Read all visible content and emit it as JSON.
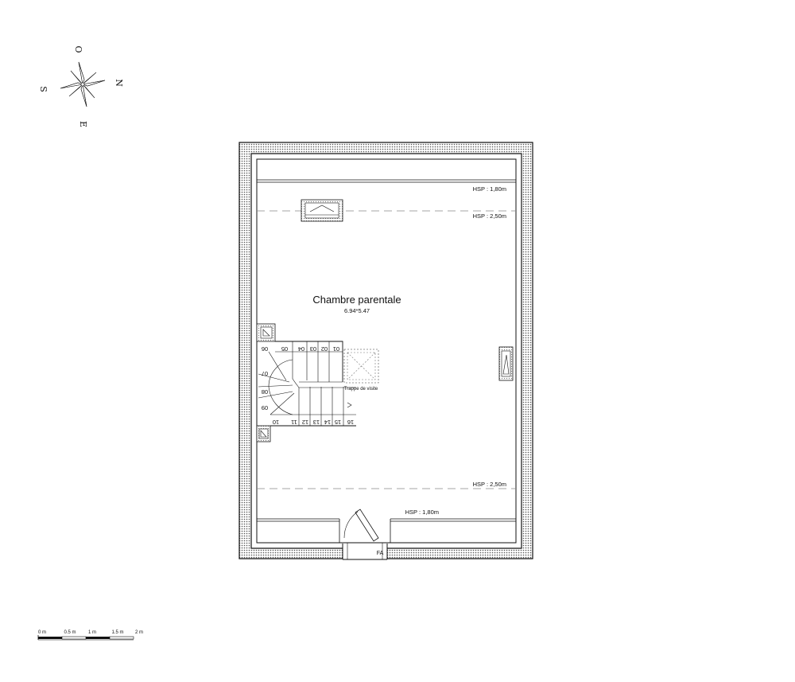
{
  "compass": {
    "north": "N",
    "south": "S",
    "east": "E",
    "west": "O"
  },
  "room": {
    "name": "Chambre parentale",
    "dimensions": "6.94*5.47"
  },
  "ceiling_heights": {
    "top_low": "HSP : 1,80m",
    "top_high": "HSP : 2,50m",
    "bottom_high": "HSP : 2,50m",
    "bottom_low": "HSP : 1,80m"
  },
  "stairs": {
    "top_steps": [
      "06",
      "05",
      "04",
      "03",
      "02",
      "01"
    ],
    "left_steps": [
      "07",
      "08",
      "09"
    ],
    "bottom_steps": [
      "10",
      "11",
      "12",
      "13",
      "14",
      "15",
      "16"
    ]
  },
  "hatch_label": "Trappe de visite",
  "door_label": "FA",
  "scale_bar": {
    "labels": [
      "0 m",
      "0.5 m",
      "1 m",
      "1.5 m",
      "2 m"
    ]
  },
  "colors": {
    "line": "#111111",
    "wall_hatch": "#555555",
    "dash": "#888888"
  }
}
